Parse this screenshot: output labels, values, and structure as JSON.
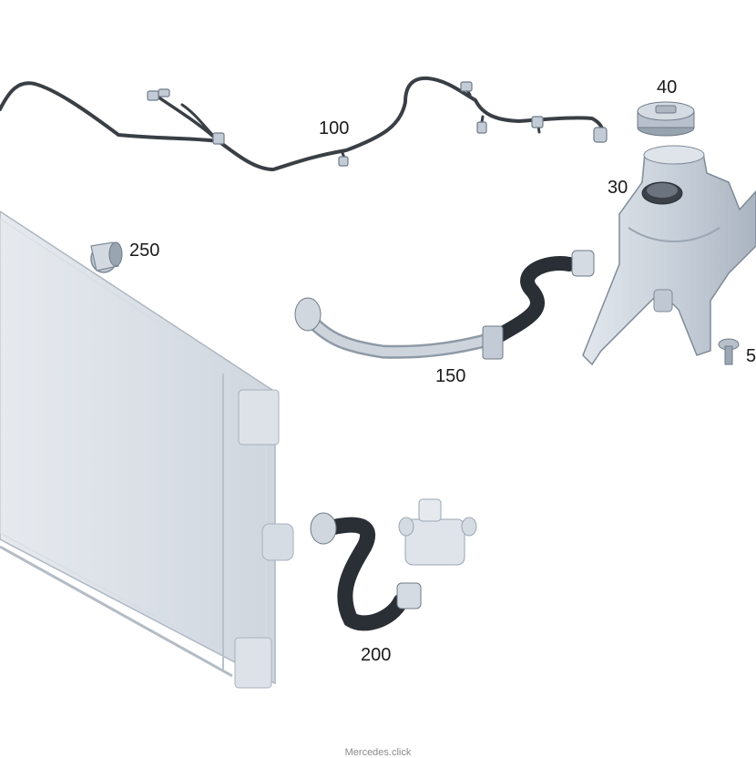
{
  "diagram": {
    "callouts": {
      "wire_harness": "100",
      "cap": "40",
      "tank_neck": "30",
      "sleeve": "250",
      "upper_hose": "150",
      "screw": "5",
      "lower_hose": "200"
    },
    "watermark": "Mercedes.click"
  },
  "colors": {
    "background": "#ffffff",
    "part_fill": "#c9d1db",
    "part_light": "#e4e9ef",
    "part_dark": "#8e99a6",
    "hose": "#2a2f36",
    "wire": "#3a3f46",
    "label": "#1a1a1a"
  }
}
